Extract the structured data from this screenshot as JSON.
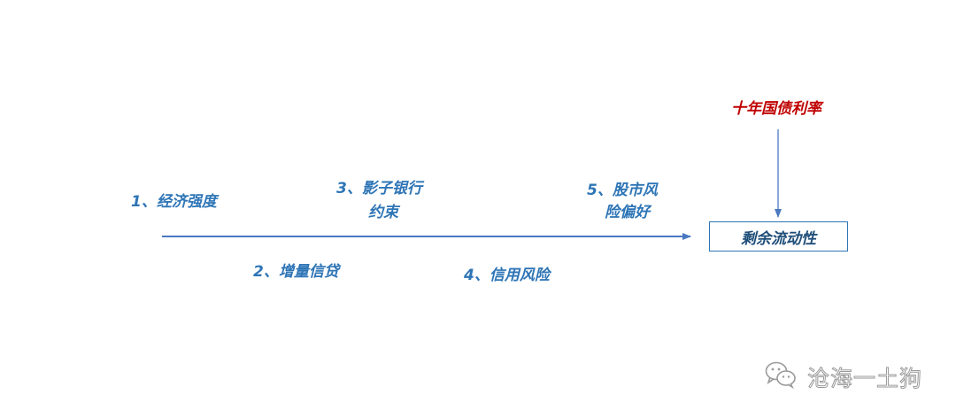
{
  "labels": {
    "economy": "1、经济强度",
    "shadow_bank_line1": "3、影子银行",
    "shadow_bank_line2": "约束",
    "stock_line1": "5、股市风",
    "stock_line2": "险偏好",
    "credit": "2、增量信贷",
    "credit_risk": "4、信用风险"
  },
  "top_label": "十年国债利率",
  "box_label": "剩余流动性",
  "watermark": "沧海一土狗",
  "colors": {
    "label_blue": "#2e75b6",
    "arrow_blue": "#4a78c2",
    "box_text": "#1f4e79",
    "top_red": "#c00000",
    "watermark_gray": "#9a9a9a"
  },
  "icons": {
    "watermark": "wechat-icon"
  }
}
